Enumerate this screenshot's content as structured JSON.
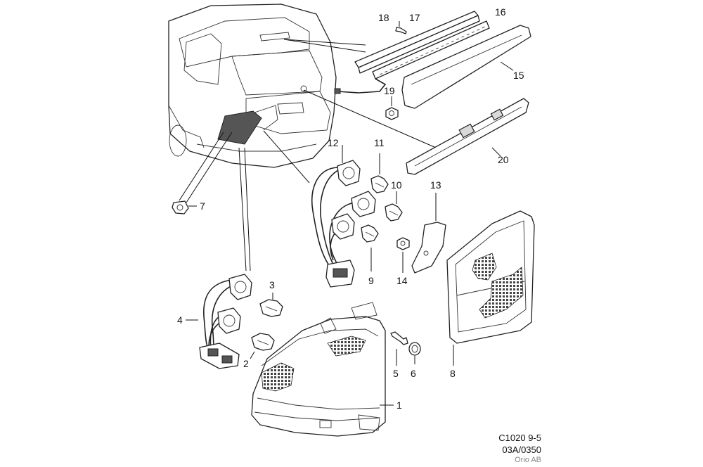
{
  "callouts": {
    "c1": "1",
    "c2": "2",
    "c3": "3",
    "c4": "4",
    "c5": "5",
    "c6": "6",
    "c7": "7",
    "c8": "8",
    "c9": "9",
    "c10": "10",
    "c11": "11",
    "c12": "12",
    "c13": "13",
    "c14": "14",
    "c15": "15",
    "c16": "16",
    "c17": "17",
    "c18": "18",
    "c19": "19",
    "c20": "20"
  },
  "footer": {
    "code": "C1020 9-5",
    "revision": "03A/0350",
    "brand": "Orio AB"
  },
  "colors": {
    "line": "#222222",
    "background": "#ffffff",
    "brand_text": "#888888"
  }
}
